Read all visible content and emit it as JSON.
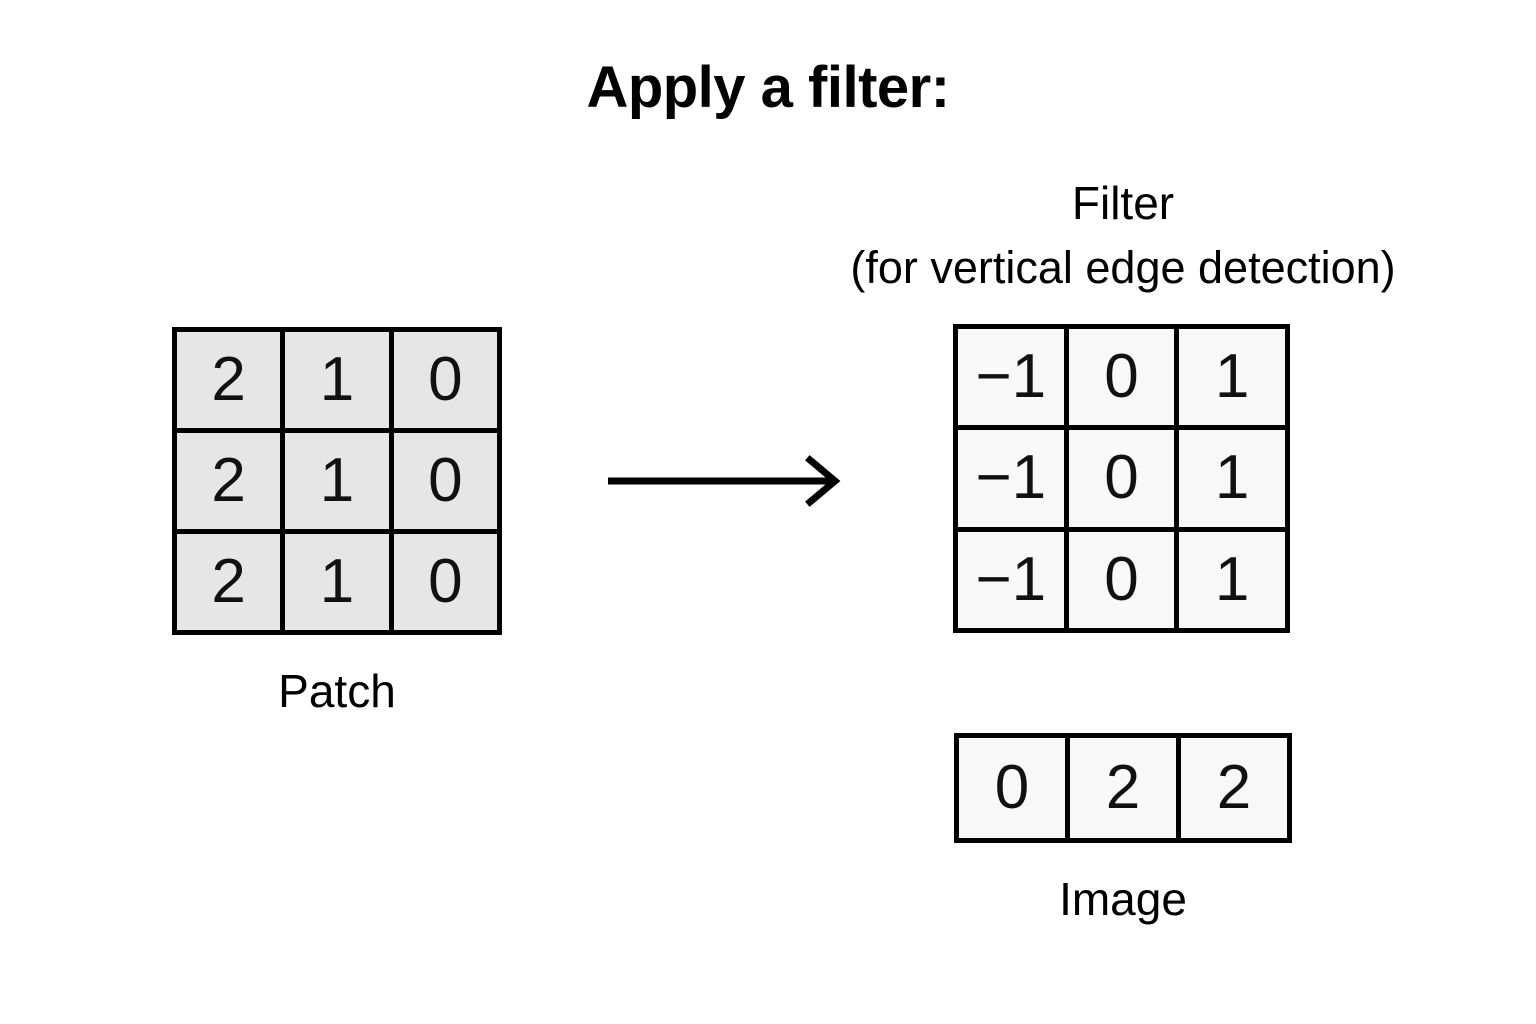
{
  "title": "Apply a filter:",
  "patch": {
    "caption": "Patch",
    "rows": [
      [
        "2",
        "1",
        "0"
      ],
      [
        "2",
        "1",
        "0"
      ],
      [
        "2",
        "1",
        "0"
      ]
    ],
    "cell_color": "#e6e6e6",
    "border_color": "#000000"
  },
  "filter": {
    "heading": "Filter",
    "subheading": "(for vertical edge detection)",
    "rows": [
      [
        "−1",
        "0",
        "1"
      ],
      [
        "−1",
        "0",
        "1"
      ],
      [
        "−1",
        "0",
        "1"
      ]
    ],
    "cell_color": "#f8f8f8",
    "border_color": "#000000"
  },
  "image": {
    "caption": "Image",
    "rows": [
      [
        "0",
        "2",
        "2"
      ]
    ],
    "cell_color": "#f8f8f8",
    "border_color": "#000000"
  },
  "arrow": {
    "icon": "arrow-right-icon",
    "direction": "right",
    "color": "#000000"
  },
  "chart_data": {
    "type": "table",
    "title": "Apply a filter:",
    "tables": [
      {
        "name": "Patch",
        "shape": [
          3,
          3
        ],
        "values": [
          [
            2,
            1,
            0
          ],
          [
            2,
            1,
            0
          ],
          [
            2,
            1,
            0
          ]
        ]
      },
      {
        "name": "Filter (for vertical edge detection)",
        "shape": [
          3,
          3
        ],
        "values": [
          [
            -1,
            0,
            1
          ],
          [
            -1,
            0,
            1
          ],
          [
            -1,
            0,
            1
          ]
        ]
      },
      {
        "name": "Image",
        "shape": [
          1,
          3
        ],
        "values": [
          [
            0,
            2,
            2
          ]
        ]
      }
    ]
  }
}
